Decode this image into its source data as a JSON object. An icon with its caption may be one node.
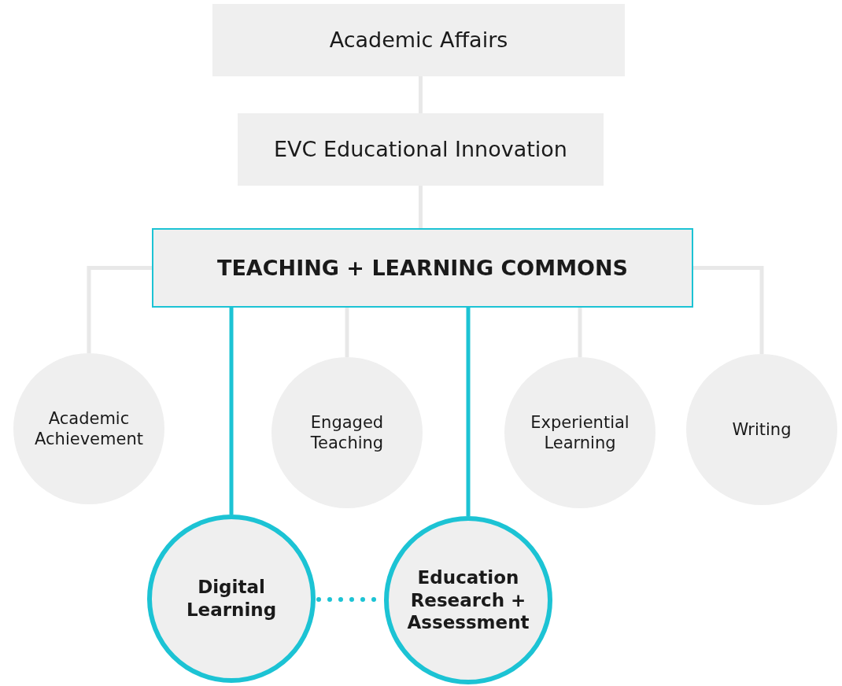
{
  "diagram": {
    "nodes": [
      {
        "text": [
          "Academic Affairs"
        ]
      },
      {
        "text": [
          "EVC Educational Innovation"
        ]
      },
      {
        "text": [
          "TEACHING + LEARNING COMMONS"
        ]
      },
      {
        "text": [
          "Academic Achievement"
        ]
      },
      {
        "text": [
          "Engaged Teaching"
        ]
      },
      {
        "text": [
          "Experiential Learning"
        ]
      },
      {
        "text": [
          "Writing"
        ]
      },
      {
        "text": [
          "Digital Learning"
        ]
      },
      {
        "text": [
          "Education Research + Assessment"
        ]
      }
    ],
    "edges": [
      {
        "from": 0,
        "to": 1,
        "arrow": "none"
      },
      {
        "from": 1,
        "to": 2,
        "arrow": "none"
      },
      {
        "from": 2,
        "to": 3,
        "arrow": "none"
      },
      {
        "from": 2,
        "to": 4,
        "arrow": "none"
      },
      {
        "from": 2,
        "to": 5,
        "arrow": "none"
      },
      {
        "from": 2,
        "to": 6,
        "arrow": "none"
      },
      {
        "from": 2,
        "to": 7,
        "arrow": "none",
        "color": "#1cc3d4"
      },
      {
        "from": 2,
        "to": 8,
        "arrow": "none",
        "color": "#1cc3d4"
      },
      {
        "from": 7,
        "to": 8,
        "arrow": "none",
        "style": "dashed",
        "color": "#1cc3d4"
      }
    ]
  }
}
